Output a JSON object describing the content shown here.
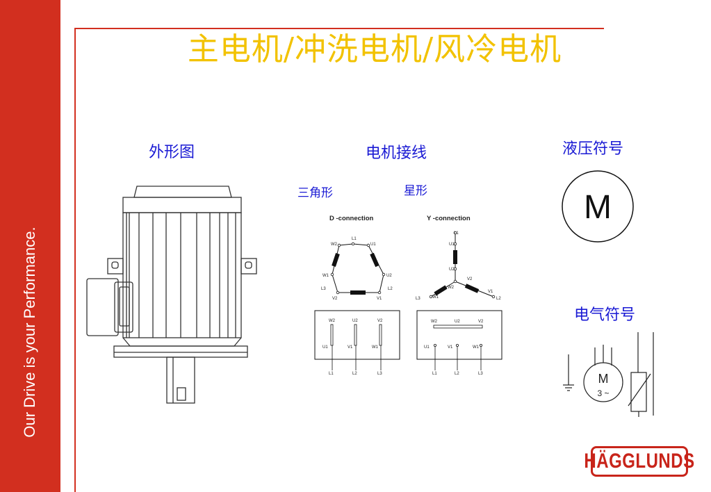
{
  "sidebar": {
    "slogan": "Our Drive is your Performance."
  },
  "slide": {
    "title": "主电机/冲洗电机/风冷电机",
    "labels": {
      "outline": "外形图",
      "wiring": "电机接线",
      "hydraulic_symbol": "液压符号",
      "delta": "三角形",
      "star": "星形",
      "electric_symbol": "电气符号"
    }
  },
  "wiring": {
    "d_title": "D -connection",
    "y_title": "Y -connection",
    "d_terminals": {
      "l1": "L1",
      "u1": "U1",
      "w2": "W2",
      "u2": "U2",
      "w1": "W1",
      "l3": "L3",
      "l2": "L2",
      "v2": "V2",
      "v1": "V1"
    },
    "y_terminals": {
      "l1": "L1",
      "u1": "U1",
      "u2": "U2",
      "w2": "W2",
      "v2": "V2",
      "l3": "L3",
      "w1": "W1",
      "v1": "V1",
      "l2": "L2"
    },
    "d_board": {
      "top": [
        "W2",
        "U2",
        "V2"
      ],
      "bottom": [
        "U1",
        "V1",
        "W1"
      ],
      "lines": [
        "L1",
        "L2",
        "L3"
      ]
    },
    "y_board": {
      "top": [
        "W2",
        "U2",
        "V2"
      ],
      "bottom": [
        "U1",
        "V1",
        "W1"
      ],
      "lines": [
        "L1",
        "L2",
        "L3"
      ]
    }
  },
  "symbols": {
    "hydraulic_motor": "M",
    "electric_motor": "M",
    "electric_phase": "3 ~"
  },
  "logo": {
    "text": "HÄGGLUNDS"
  }
}
